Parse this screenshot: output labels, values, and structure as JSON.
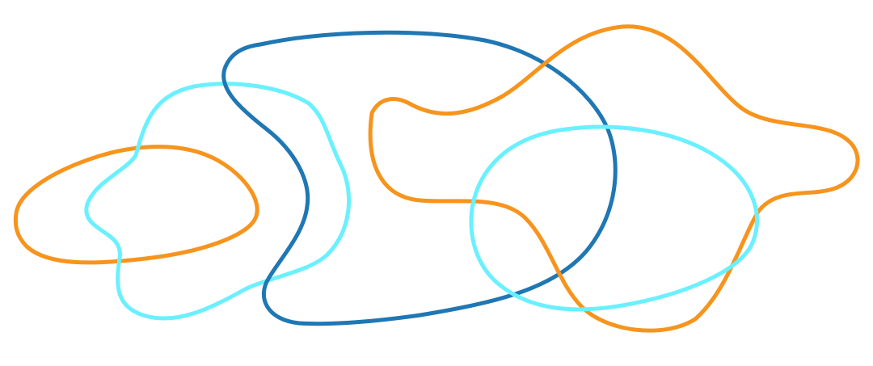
{
  "diagram": {
    "background_color": "#ffffff",
    "curves": [
      {
        "id": "orange-left-loop",
        "shape": "closed-curve",
        "color": "#F7941D"
      },
      {
        "id": "cyan-left-loop",
        "shape": "closed-curve",
        "color": "#6AF0FF"
      },
      {
        "id": "blue-center-loop",
        "shape": "closed-curve",
        "color": "#1F77B4"
      },
      {
        "id": "orange-right-loop",
        "shape": "closed-curve",
        "color": "#F7941D"
      },
      {
        "id": "cyan-right-loop",
        "shape": "closed-curve",
        "color": "#6AF0FF"
      }
    ]
  }
}
